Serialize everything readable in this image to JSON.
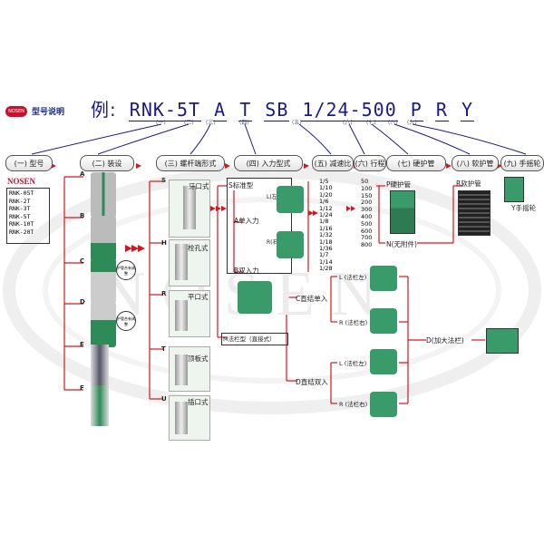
{
  "header": {
    "logo": "NOSEN",
    "title": "型号说明"
  },
  "code": {
    "prefix": "例:",
    "parts": [
      "RNK-5T",
      "A",
      "T",
      "SB",
      "1/24-500",
      "P",
      "R",
      "Y"
    ]
  },
  "code_index": [
    "(一)",
    "(二)",
    "(三)",
    "(四)",
    "(五)",
    "(六)",
    "(七)",
    "(八)",
    "(九)"
  ],
  "sections": [
    "(一) 型号",
    "(二) 装设",
    "(三) 螺杆端形式",
    "(四) 入力型式",
    "(五) 减速比",
    "(六) 行程",
    "(七) 硬护管",
    "(八) 软护管",
    "(九) 手摇轮"
  ],
  "brand": "NOSEN",
  "models": [
    "RNK-05T",
    "RNK-2T",
    "RNK-3T",
    "RNK-5T",
    "RNK-10T",
    "RNK-20T"
  ],
  "mount_letters": [
    "A",
    "B",
    "C",
    "D",
    "E",
    "F"
  ],
  "mount_notes": [
    "护管合有调整",
    "护管合有调整"
  ],
  "screw_ends": [
    {
      "code": "S",
      "name": "牙口式"
    },
    {
      "code": "H",
      "name": "栓孔式"
    },
    {
      "code": "R",
      "name": "平口式"
    },
    {
      "code": "T",
      "name": "顶板式"
    },
    {
      "code": "U",
      "name": "插口式"
    }
  ],
  "input": {
    "s_type": "S标准型",
    "a_single": "A单入力",
    "b_double": "B双入力",
    "l_left": "L(左)",
    "r_right": "R(右)",
    "m_flange": "M法栏型（直接式）",
    "c_single": "C直结单入",
    "d_double": "D直结双入",
    "l_flange_left": "L (法栏左)",
    "r_flange_right": "R (法栏右)",
    "d_big": "D(加大法栏)"
  },
  "ratios": [
    "1/5",
    "1/10",
    "1/20",
    "1/6",
    "1/12",
    "1/24",
    "1/8",
    "1/16",
    "1/32",
    "1/18",
    "1/36",
    "1/7",
    "1/14",
    "1/28"
  ],
  "strokes": [
    "50",
    "100",
    "150",
    "200",
    "300",
    "400",
    "500",
    "600",
    "700",
    "800"
  ],
  "hard_tube": {
    "p": "P硬护管",
    "n": "N(无附件)"
  },
  "soft_tube": "R软护管",
  "handwheel": "Y手摇轮",
  "watermark": "NOSEN",
  "colors": {
    "arrow": "#d9141c",
    "line": "#d9141c",
    "green": "#2e8b57"
  }
}
